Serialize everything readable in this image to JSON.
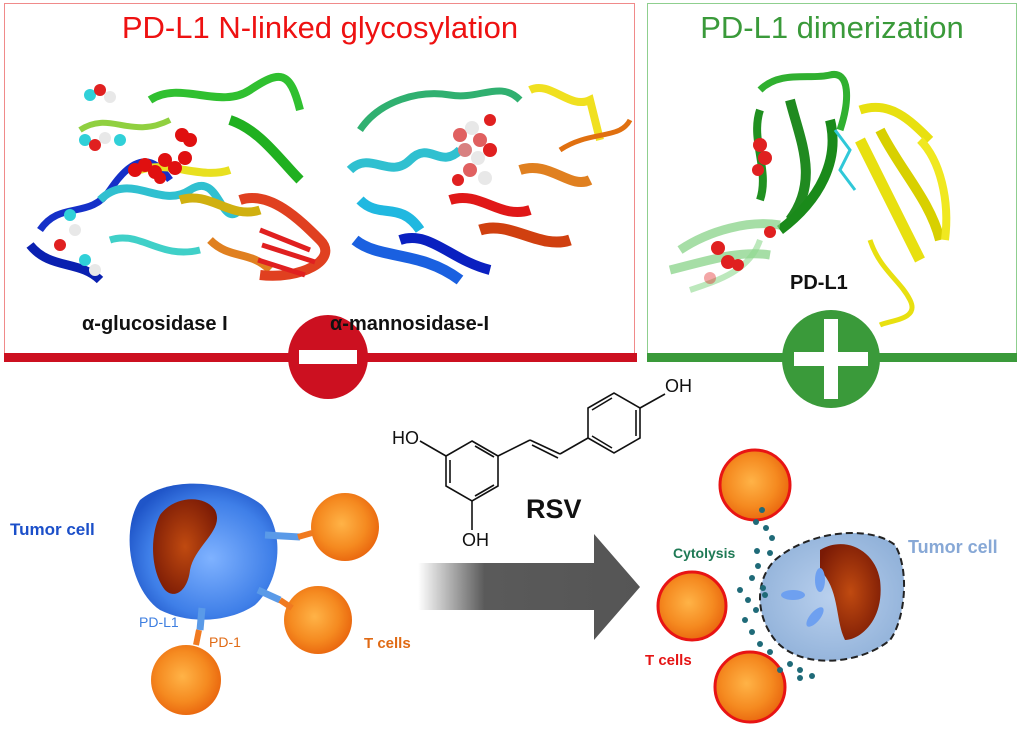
{
  "panels": {
    "inhibition": {
      "title": "PD-L1 N-linked glycosylation",
      "enzymes": [
        "α-glucosidase I",
        "α-mannosidase-I"
      ],
      "sign": "minus",
      "color": "#cc1020"
    },
    "promotion": {
      "title": "PD-L1 dimerization",
      "protein_label": "PD-L1",
      "sign": "plus",
      "color": "#3a9a3a"
    }
  },
  "compound": {
    "name": "RSV",
    "substituents": [
      "OH",
      "HO",
      "OH"
    ]
  },
  "before": {
    "cell_label": "Tumor cell",
    "ligand_label": "PD-L1",
    "receptor_label": "PD-1",
    "immune_label": "T cells"
  },
  "after": {
    "cell_label": "Tumor cell",
    "process_label": "Cytolysis",
    "immune_label": "T cells"
  }
}
